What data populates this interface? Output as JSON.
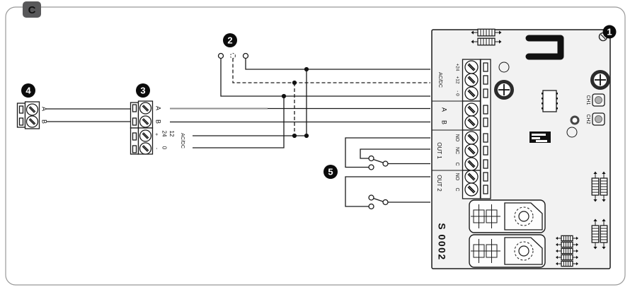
{
  "figure": {
    "label": "C"
  },
  "badges": {
    "b1": "1",
    "b2": "2",
    "b3": "3",
    "b4": "4",
    "b5": "5"
  },
  "comp4": {
    "a": "A",
    "b": "B"
  },
  "comp3": {
    "a": "A",
    "b": "B",
    "plus": "+",
    "minus": "-",
    "v24": "24",
    "v0": "0",
    "v12": "12",
    "acdc": "AC/DC"
  },
  "pcb": {
    "board_id": "S 0002",
    "power": {
      "t24": "+24",
      "t12": "+12",
      "t0": "- 0",
      "group": "AC/DC"
    },
    "bus": {
      "a": "A",
      "b": "B"
    },
    "out1": {
      "group": "OUT 1",
      "no": "NO",
      "nc": "NC",
      "c": "C"
    },
    "out2": {
      "group": "OUT 2",
      "no": "NO",
      "c": "C"
    },
    "buttons": {
      "ch1": "CH1",
      "ch2": "CH2"
    }
  },
  "colors": {
    "wire": "#1a1a1a",
    "wire_alt": "#8f8f8f",
    "pcb_fill": "#f2f2f2",
    "badge": "#0b0b0b",
    "figure_border": "#999999"
  }
}
